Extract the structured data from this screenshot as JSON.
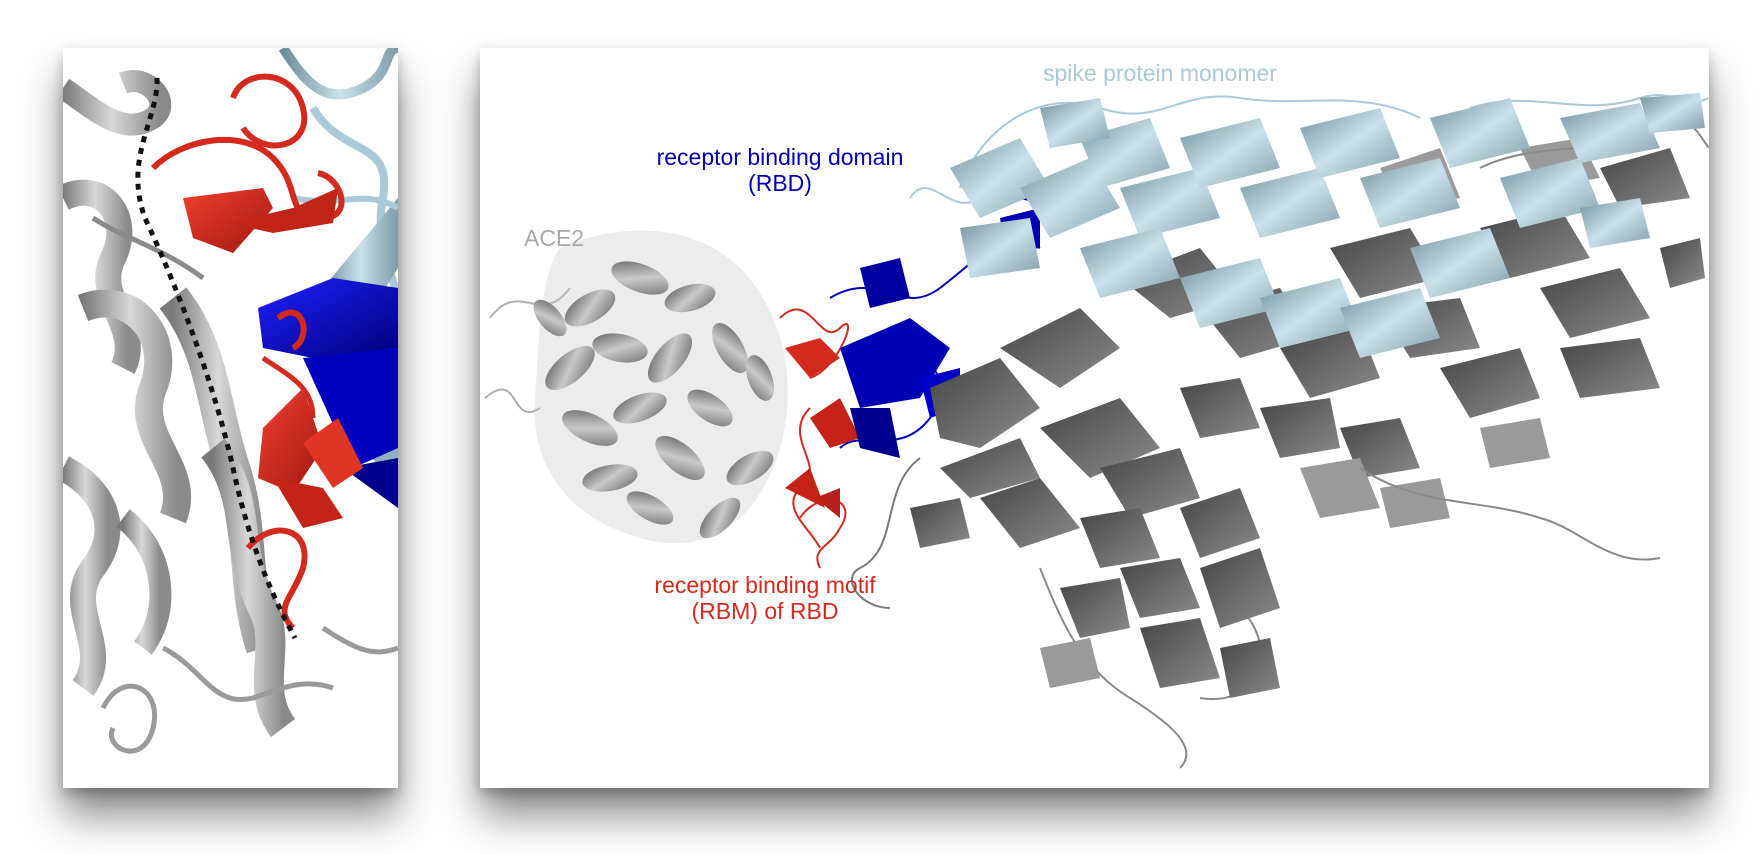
{
  "colors": {
    "ace2": "#a8a8a8",
    "spike_monomer": "#a9c9d8",
    "rbd": "#0000b4",
    "rbm": "#d42a1e",
    "other_chains": "#6f6f6f"
  },
  "labels": {
    "spike_monomer": "spike protein monomer",
    "rbd": "receptor binding domain\n(RBD)",
    "ace2": "ACE2",
    "rbm": "receptor binding motif\n(RBM) of RBD"
  }
}
